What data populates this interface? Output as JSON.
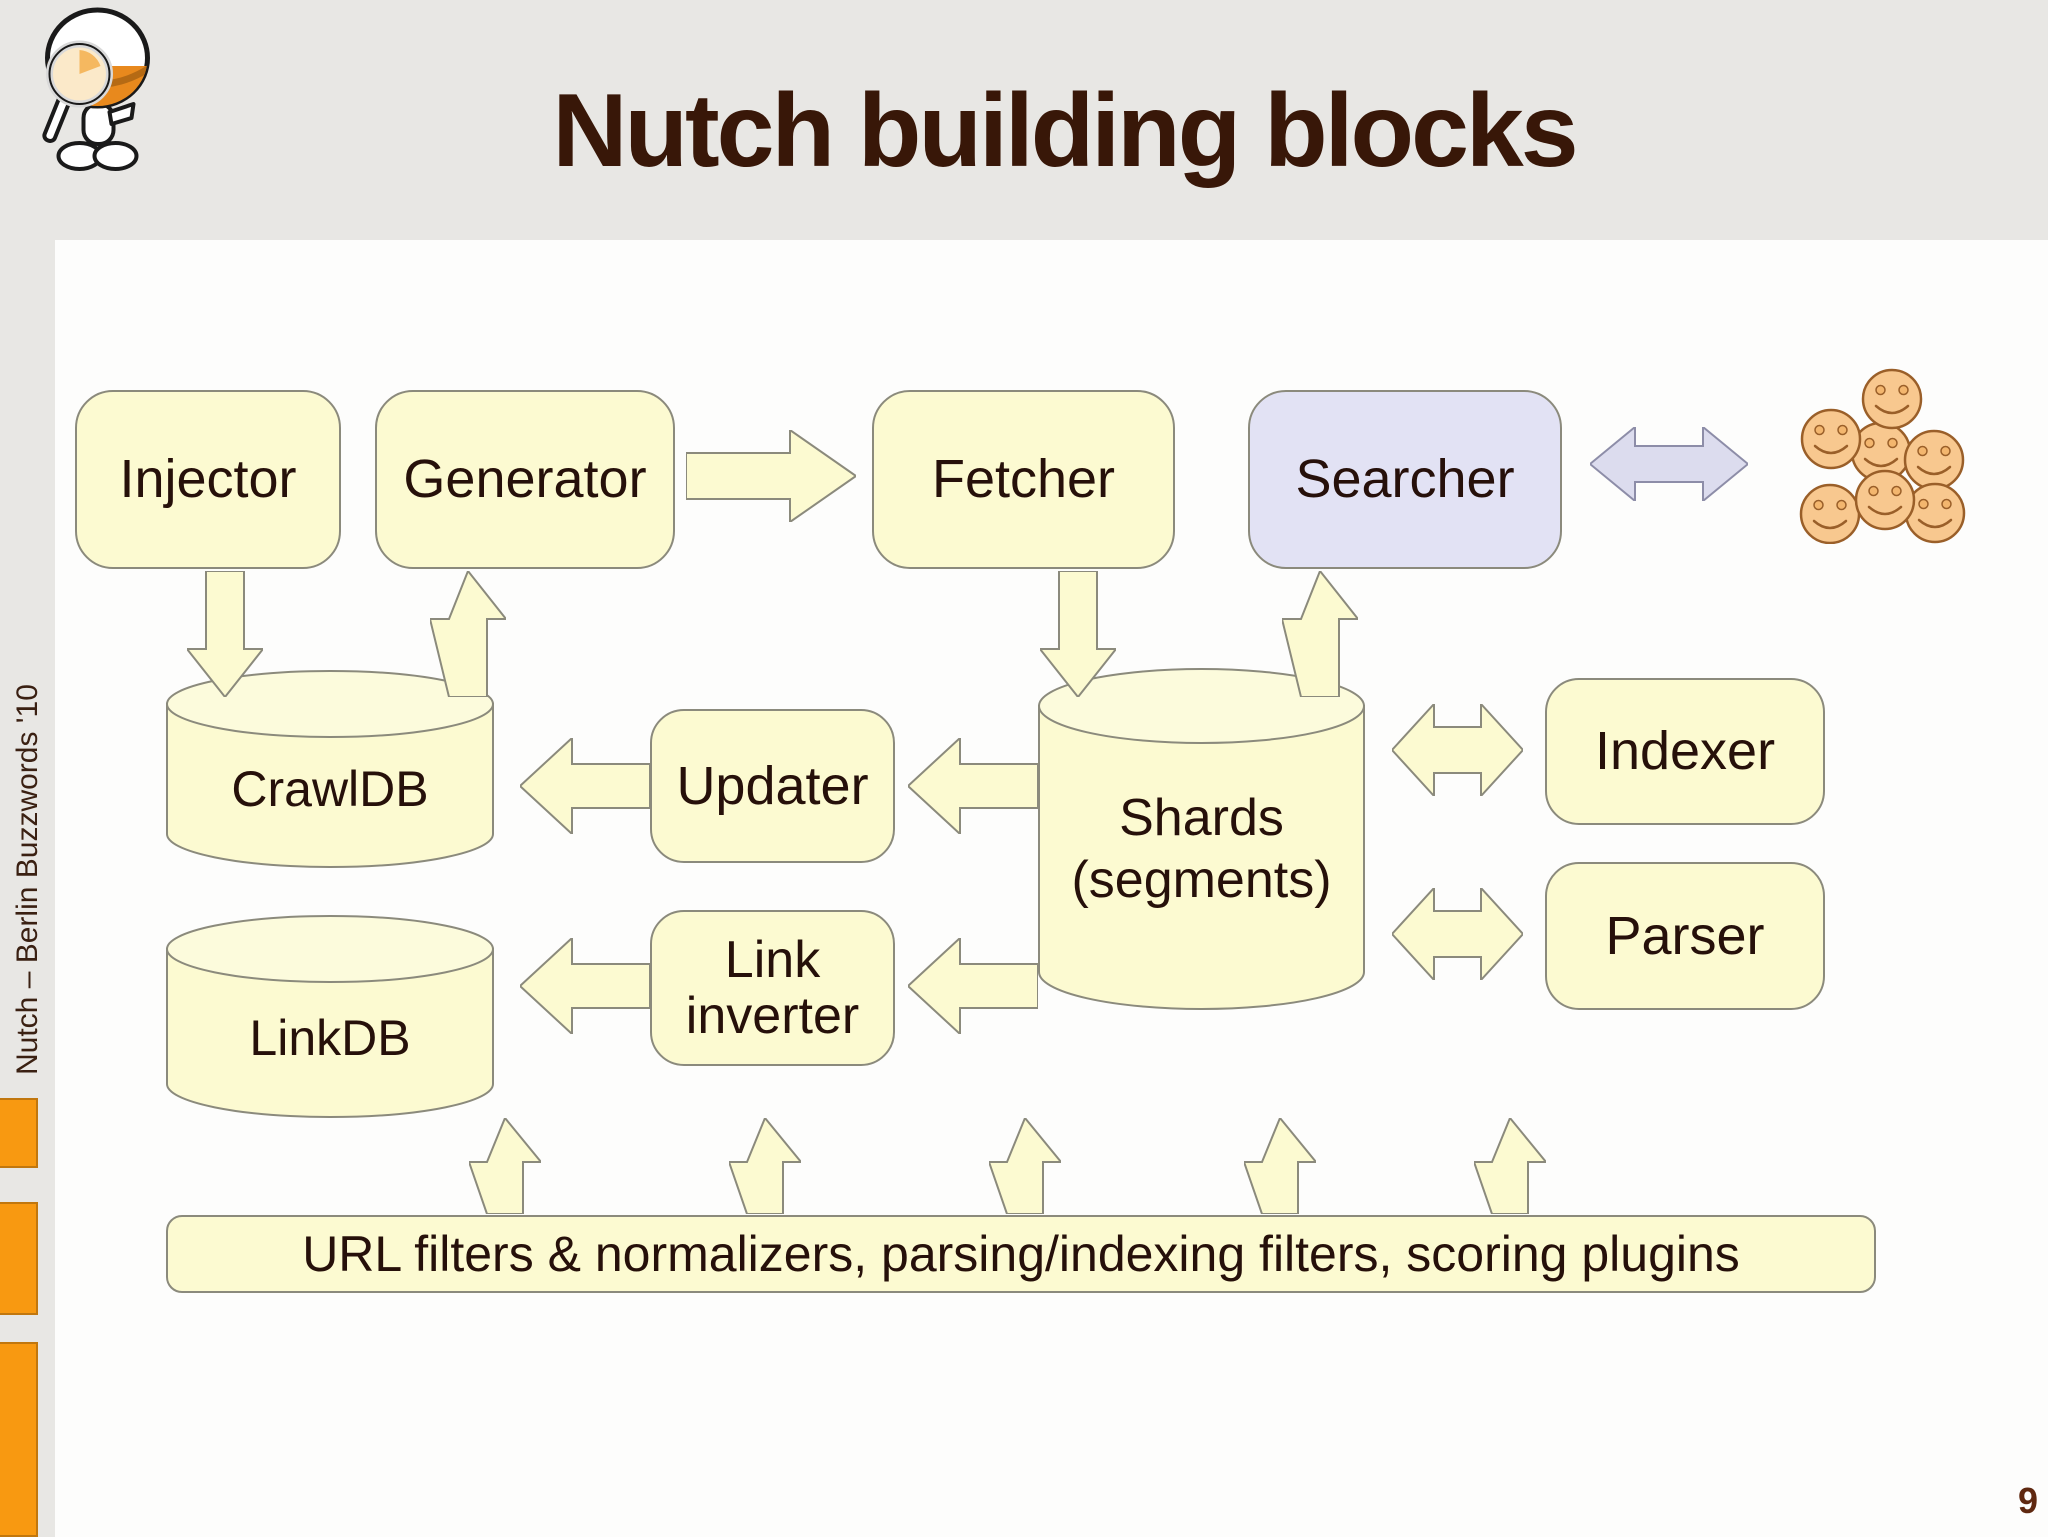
{
  "slide": {
    "title": "Nutch building blocks",
    "footer_vertical": "Nutch – Berlin Buzzwords '10",
    "page_number": "9"
  },
  "diagram": {
    "nodes": {
      "injector": {
        "label": "Injector"
      },
      "generator": {
        "label": "Generator"
      },
      "fetcher": {
        "label": "Fetcher"
      },
      "searcher": {
        "label": "Searcher"
      },
      "crawldb": {
        "label": "CrawlDB"
      },
      "updater": {
        "label": "Updater"
      },
      "shards": {
        "label_line1": "Shards",
        "label_line2": "(segments)"
      },
      "indexer": {
        "label": "Indexer"
      },
      "parser": {
        "label": "Parser"
      },
      "linkdb": {
        "label": "LinkDB"
      },
      "link_inverter": {
        "label_line1": "Link",
        "label_line2": "inverter"
      },
      "plugins_bar": {
        "label": "URL filters & normalizers, parsing/indexing filters, scoring plugins"
      }
    },
    "users": {
      "icon": "smiley-faces-cluster",
      "count": 7
    }
  },
  "theme": {
    "header_bg": "#e8e7e4",
    "panel_bg": "#fdfdfc",
    "node_fill": "#fcfad1",
    "cylinder_top_fill": "#fcfbdc",
    "node_border": "#8b8a7c",
    "searcher_fill": "#e2e2f4",
    "lavender_arrow_fill": "#dcdcee",
    "lavender_arrow_border": "#8d8da8",
    "text_dark": "#26100a",
    "title_color": "#381708",
    "sidebar_text_color": "#3a2012",
    "accent_orange": "#f89911",
    "accent_orange_border": "#c1770e",
    "smiley_fill": "#f8c88f",
    "smiley_eye_fill": "#f3b66e",
    "smiley_stroke": "#9a5f29",
    "page_number_color": "#5f2810"
  }
}
